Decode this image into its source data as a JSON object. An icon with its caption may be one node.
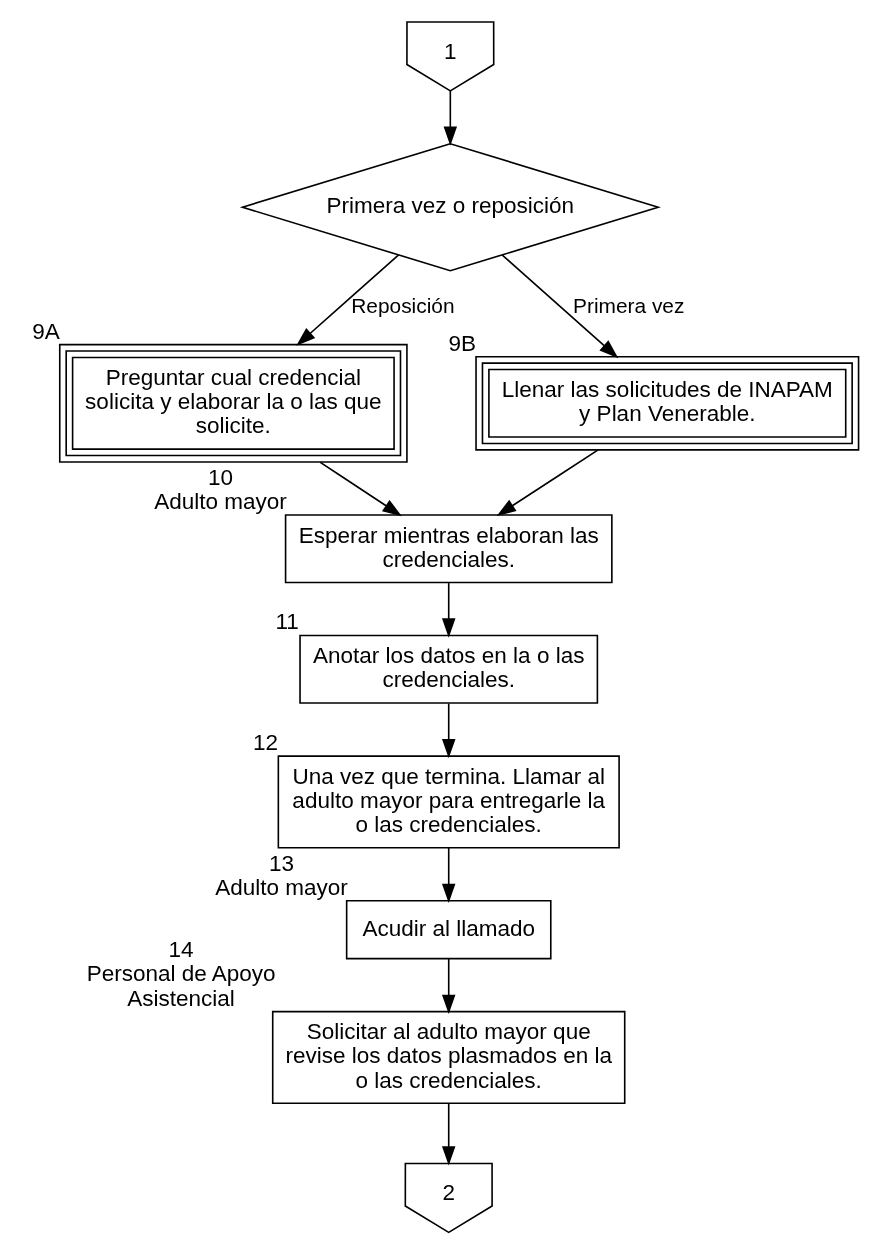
{
  "diagram": {
    "nodes": [
      {
        "text": [
          "1"
        ]
      },
      {
        "text": [
          "Primera vez o reposición"
        ]
      },
      {
        "text": [
          "Preguntar cual credencial solicita y elaborar la o las que solicite."
        ],
        "beside": [
          "9A"
        ]
      },
      {
        "text": [
          "Llenar las solicitudes de INAPAM y Plan Venerable."
        ],
        "beside": [
          "9B"
        ]
      },
      {
        "text": [
          "Esperar mientras elaboran las credenciales."
        ],
        "beside": [
          "10",
          "Adulto mayor"
        ]
      },
      {
        "text": [
          "Anotar los datos en la o las credenciales."
        ],
        "beside": [
          "11"
        ]
      },
      {
        "text": [
          "Una vez que termina. Llamar al adulto mayor para entregarle la o las credenciales."
        ],
        "beside": [
          "12"
        ]
      },
      {
        "text": [
          "Acudir al llamado"
        ],
        "beside": [
          "13",
          "Adulto mayor"
        ]
      },
      {
        "text": [
          "Solicitar al adulto mayor que revise los datos plasmados en la o las credenciales."
        ],
        "beside": [
          "14",
          "Personal de Apoyo Asistencial"
        ]
      },
      {
        "text": [
          "2"
        ]
      }
    ],
    "edges": [
      {
        "from": 0,
        "to": 1,
        "arrow": "to"
      },
      {
        "from": 1,
        "to": 2,
        "arrow": "to",
        "label": "Reposición"
      },
      {
        "from": 1,
        "to": 3,
        "arrow": "to",
        "label": "Primera vez"
      },
      {
        "from": 2,
        "to": 4,
        "arrow": "to"
      },
      {
        "from": 3,
        "to": 4,
        "arrow": "to"
      },
      {
        "from": 4,
        "to": 5,
        "arrow": "to"
      },
      {
        "from": 5,
        "to": 6,
        "arrow": "to"
      },
      {
        "from": 6,
        "to": 7,
        "arrow": "to"
      },
      {
        "from": 7,
        "to": 8,
        "arrow": "to"
      },
      {
        "from": 8,
        "to": 9,
        "arrow": "to"
      }
    ]
  }
}
